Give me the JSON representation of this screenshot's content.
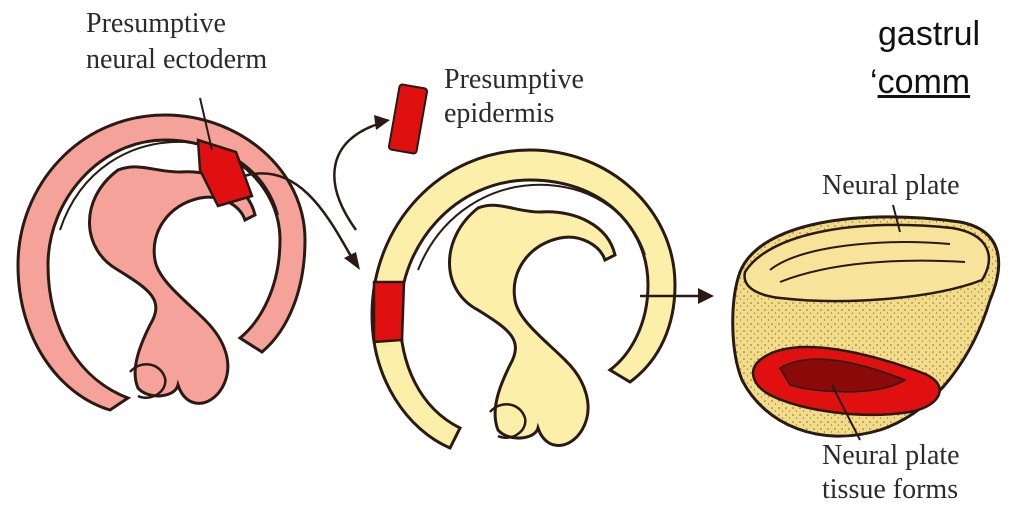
{
  "labels": {
    "presumptive_neural_line1": "Presumptive",
    "presumptive_neural_line2": "neural ectoderm",
    "presumptive_epidermis_line1": "Presumptive",
    "presumptive_epidermis_line2": "epidermis",
    "neural_plate": "Neural plate",
    "neural_plate_tissue_line1": "Neural plate",
    "neural_plate_tissue_line2": "tissue forms"
  },
  "cropped_text": {
    "line1": "gastrul",
    "line2_prefix": "‘",
    "line2_underlined": "comm"
  },
  "colors": {
    "pink_embryo": "#f5a39a",
    "yellow_embryo": "#fbefaa",
    "graft_red": "#e01010",
    "outline": "#2a1a14"
  }
}
